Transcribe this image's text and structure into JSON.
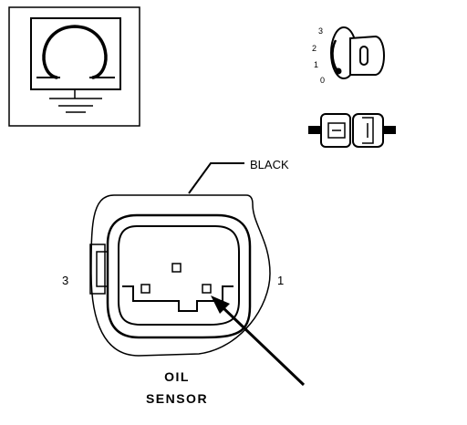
{
  "labels": {
    "wire_color": "BLACK",
    "pin_left": "3",
    "pin_right": "1",
    "component_line1": "OIL",
    "component_line2": "SENSOR"
  },
  "ignition_switch": {
    "positions": [
      "3",
      "2",
      "1",
      "0"
    ]
  },
  "icons": {
    "ground_symbol": "pressure-sensor-ground-icon",
    "ignition": "ignition-key-switch-icon",
    "connector": "two-part-connector-icon"
  }
}
